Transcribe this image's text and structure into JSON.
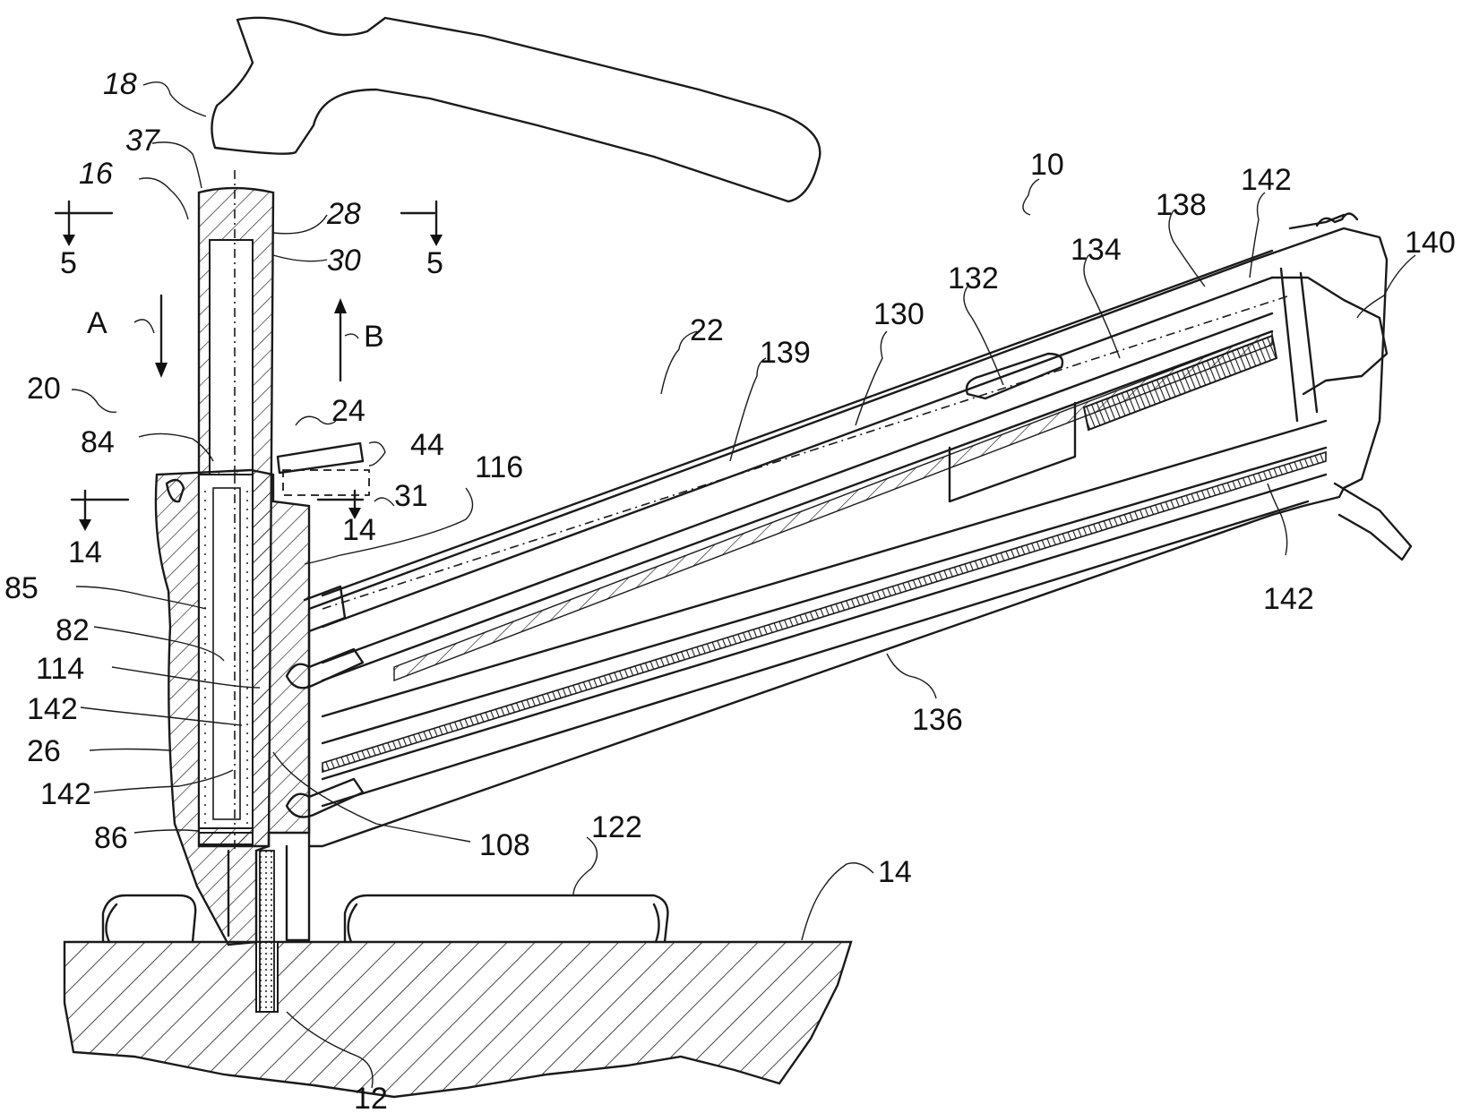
{
  "labels": {
    "l18": "18",
    "l37": "37",
    "l16": "16",
    "l28": "28",
    "l30": "30",
    "l5a": "5",
    "l5b": "5",
    "lA": "A",
    "lB": "B",
    "l20": "20",
    "l24": "24",
    "l84": "84",
    "l44": "44",
    "l31": "31",
    "l116": "116",
    "l14a": "14",
    "l14b": "14",
    "l85": "85",
    "l82": "82",
    "l114": "114",
    "l142a": "142",
    "l26": "26",
    "l142b": "142",
    "l86": "86",
    "l108": "108",
    "l122": "122",
    "l14c": "14",
    "l12": "12",
    "l10": "10",
    "l22": "22",
    "l139": "139",
    "l130": "130",
    "l132": "132",
    "l134": "134",
    "l138": "138",
    "l142c": "142",
    "l140": "140",
    "l142d": "142",
    "l136": "136"
  }
}
